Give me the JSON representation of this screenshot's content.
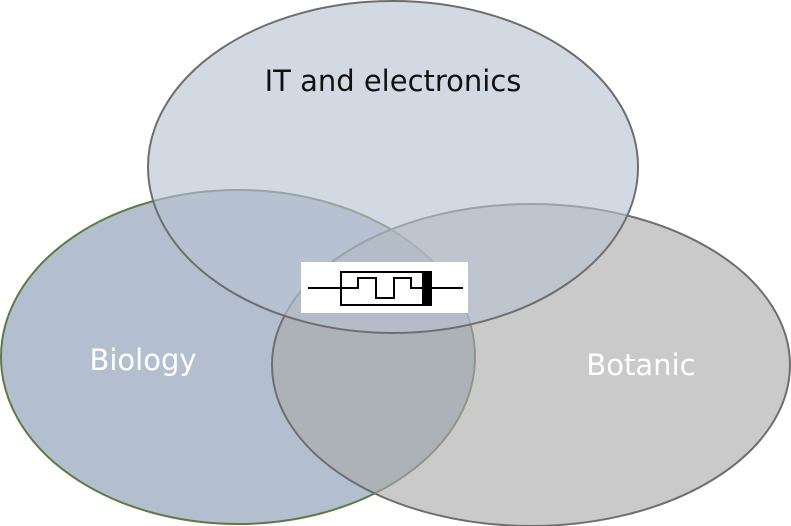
{
  "diagram": {
    "sets": [
      {
        "id": "it",
        "label": "IT and electronics",
        "fill": "#b8c2d2",
        "stroke": "#6e6e6e",
        "text_color": "#111111"
      },
      {
        "id": "biology",
        "label": "Biology",
        "fill": "#8598b1",
        "stroke": "#5f7a46",
        "text_color": "#ffffff"
      },
      {
        "id": "botanic",
        "label": "Botanic",
        "fill": "#a9a9a9",
        "stroke": "#6e6e6e",
        "text_color": "#ffffff"
      }
    ],
    "center_symbol": {
      "icon": "memristor-symbol-icon",
      "background": "#ffffff",
      "stroke": "#000000"
    }
  }
}
